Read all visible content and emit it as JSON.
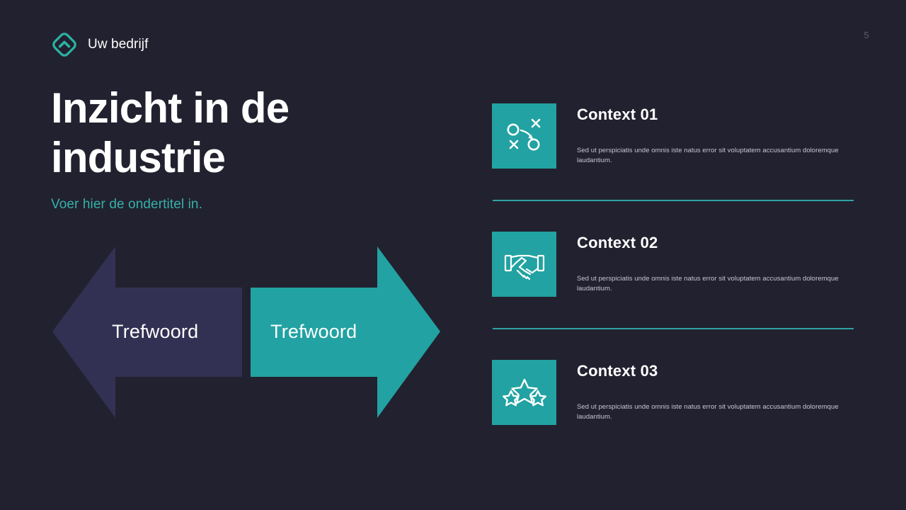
{
  "brand": {
    "name": "Uw bedrijf",
    "logo_icon": "diamond-chevron-logo-icon",
    "logo_color": "#2bb3a3"
  },
  "page_number": "5",
  "title": "Inzicht in de industrie",
  "subtitle": "Voer hier de ondertitel in.",
  "colors": {
    "background": "#22212f",
    "teal": "#22a2a2",
    "teal_accent": "#2ea3a3",
    "purple": "#333153",
    "subtitle": "#35b1a9",
    "body_text": "#c9c7d2",
    "page_number": "#5d5b6d"
  },
  "diagram": {
    "left_arrow": {
      "label": "Trefwoord",
      "direction": "left",
      "color": "#333153",
      "icon": "arrow-left-icon"
    },
    "right_arrow": {
      "label": "Trefwoord",
      "direction": "right",
      "color": "#22a2a2",
      "icon": "arrow-right-icon"
    }
  },
  "context_items": [
    {
      "title": "Context 01",
      "body": "Sed ut perspiciatis unde omnis iste natus error sit voluptatem accusantium doloremque laudantium.",
      "icon": "strategy-playbook-icon"
    },
    {
      "title": "Context 02",
      "body": "Sed ut perspiciatis unde omnis iste natus error sit voluptatem accusantium doloremque laudantium.",
      "icon": "handshake-icon"
    },
    {
      "title": "Context 03",
      "body": "Sed ut perspiciatis unde omnis iste natus error sit voluptatem accusantium doloremque laudantium.",
      "icon": "three-stars-icon"
    }
  ]
}
